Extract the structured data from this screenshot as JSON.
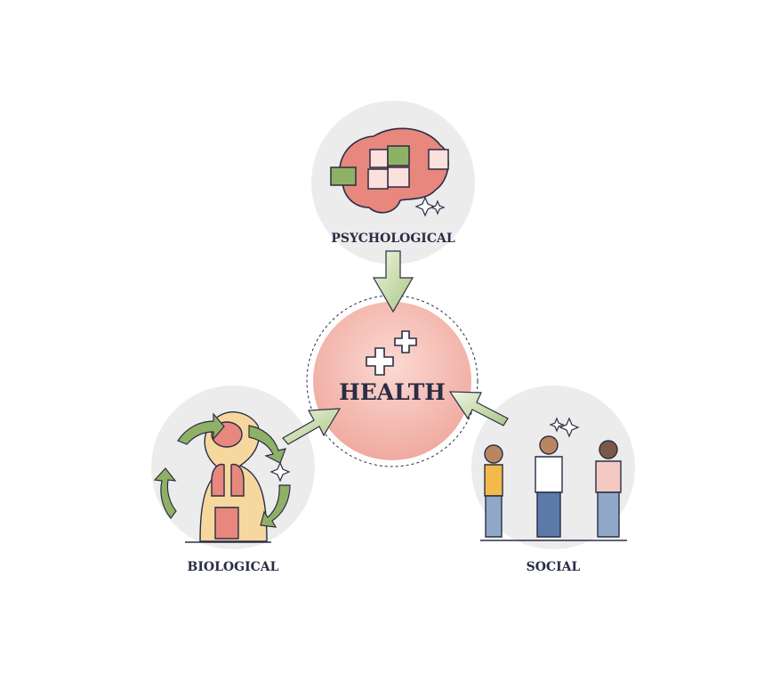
{
  "center": {
    "label": "HEALTH",
    "icon": "medical-cross-icon"
  },
  "nodes": [
    {
      "id": "psychological",
      "label": "PSYCHOLOGICAL",
      "icon": "brain-puzzle-icon"
    },
    {
      "id": "biological",
      "label": "BIOLOGICAL",
      "icon": "body-organs-icon"
    },
    {
      "id": "social",
      "label": "SOCIAL",
      "icon": "people-handshake-icon"
    }
  ],
  "colors": {
    "node_bg": "#ececec",
    "health_fill": "#f6c9c0",
    "arrow": "#a9c77f",
    "text": "#2a2d45",
    "brain": "#e7877d",
    "puzzle": "#8fb165",
    "skin": "#f6d79e"
  }
}
